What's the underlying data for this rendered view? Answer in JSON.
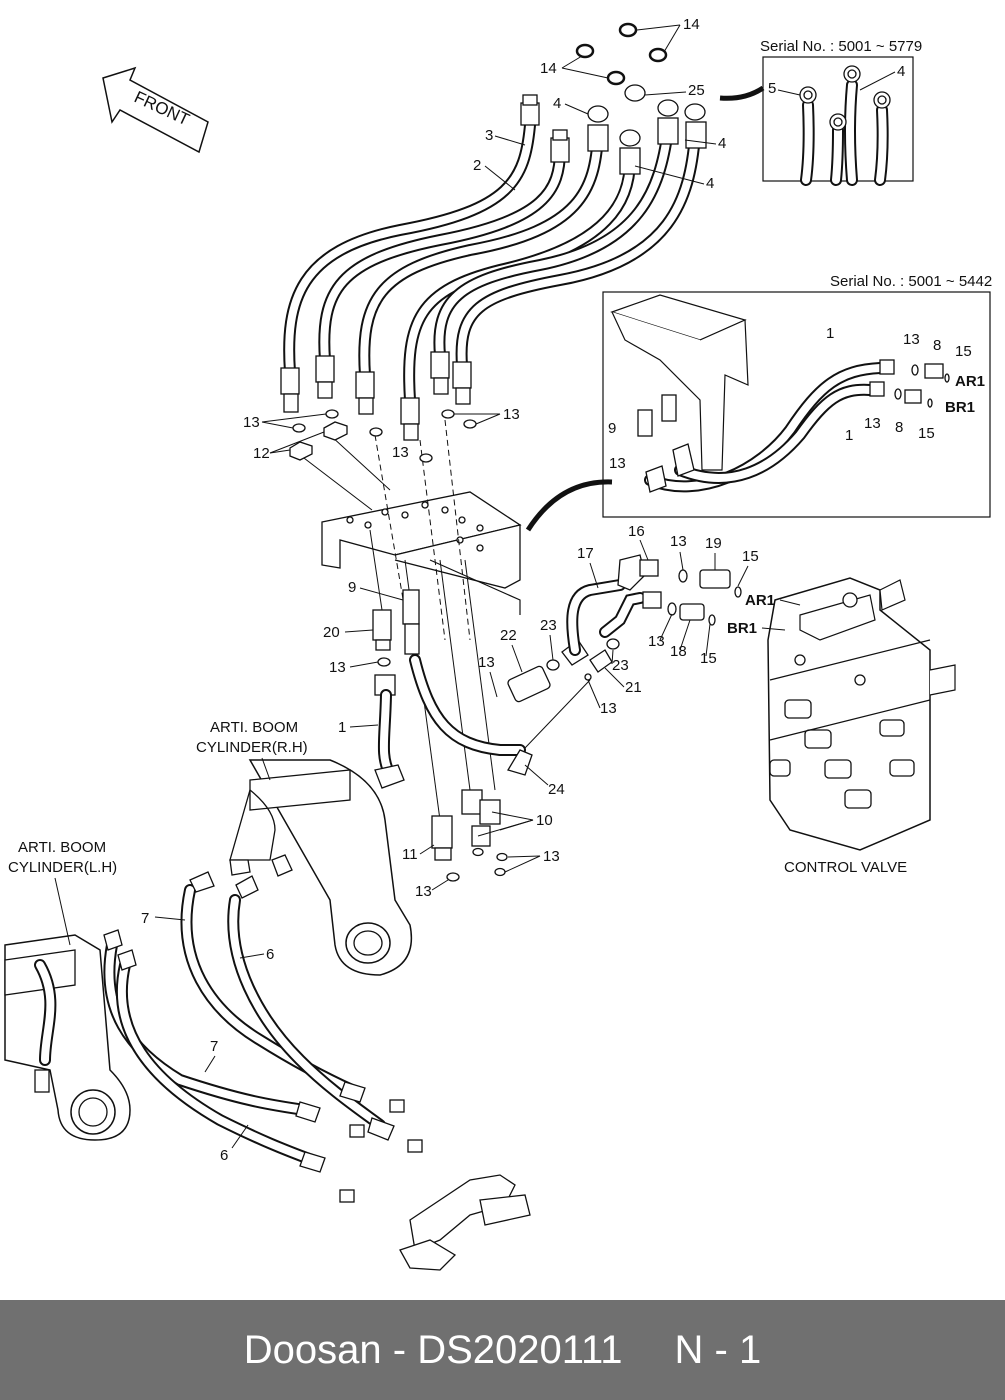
{
  "orientation_label": "FRONT",
  "insets": {
    "top": {
      "serial": "Serial No. : 5001 ~ 5779",
      "callouts": [
        "5",
        "4"
      ]
    },
    "middle": {
      "serial": "Serial No. : 5001 ~ 5442",
      "callouts": [
        "1",
        "13",
        "8",
        "15",
        "AR1",
        "BR1",
        "13",
        "8",
        "15",
        "1",
        "9",
        "13"
      ]
    }
  },
  "callouts": {
    "c14a": "14",
    "c14b": "14",
    "c25": "25",
    "c4a": "4",
    "c4b": "4",
    "c4c": "4",
    "c3": "3",
    "c2": "2",
    "c13a": "13",
    "c13b": "13",
    "c12": "12",
    "c13c": "13",
    "c9": "9",
    "c20": "20",
    "c13d": "13",
    "c1": "1",
    "c22": "22",
    "c13e": "13",
    "c23a": "23",
    "c23b": "23",
    "c21": "21",
    "c13f": "13",
    "c24": "24",
    "c16": "16",
    "c17": "17",
    "c13g": "13",
    "c19": "19",
    "c15a": "15",
    "c13h": "13",
    "c18": "18",
    "c15b": "15",
    "c10": "10",
    "c11": "11",
    "c13i": "13",
    "c13j": "13",
    "c7a": "7",
    "c6a": "6",
    "c7b": "7",
    "c6b": "6"
  },
  "port_labels": {
    "ar1": "AR1",
    "br1": "BR1"
  },
  "captions": {
    "rh_cylinder_1": "ARTI. BOOM",
    "rh_cylinder_2": "CYLINDER(R.H)",
    "lh_cylinder_1": "ARTI. BOOM",
    "lh_cylinder_2": "CYLINDER(L.H)",
    "control_valve": "CONTROL VALVE"
  },
  "footer": {
    "brand": "Doosan",
    "separator": " - ",
    "part_number": "DS2020111",
    "page": "N - 1"
  }
}
